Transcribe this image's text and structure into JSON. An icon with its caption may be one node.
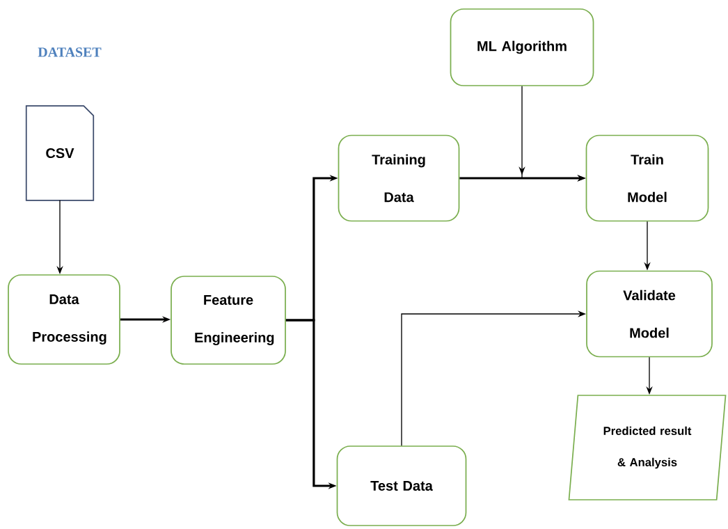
{
  "diagram": {
    "nodes": [
      {
        "text": [
          "CSV"
        ]
      },
      {
        "text": [
          "Data Processing"
        ]
      },
      {
        "text": [
          "Feature Engineering"
        ]
      },
      {
        "text": [
          "Training Data"
        ]
      },
      {
        "text": [
          "ML Algorithm"
        ]
      },
      {
        "text": [
          "Train Model"
        ]
      },
      {
        "text": [
          "Validate Model"
        ]
      },
      {
        "text": [
          "Predicted result & Analysis"
        ]
      },
      {
        "text": [
          "Test Data"
        ]
      }
    ],
    "edges": [
      {
        "from": 0,
        "to": 1,
        "arrow": "to"
      },
      {
        "from": 1,
        "to": 2,
        "arrow": "to",
        "style": "thick"
      },
      {
        "from": 2,
        "to": 3,
        "arrow": "to",
        "style": "thick"
      },
      {
        "from": 2,
        "to": 8,
        "arrow": "to",
        "style": "thick"
      },
      {
        "from": 3,
        "to": 5,
        "arrow": "to",
        "style": "thick"
      },
      {
        "from": 4,
        "to": 5,
        "arrow": "to"
      },
      {
        "from": 5,
        "to": 6,
        "arrow": "to"
      },
      {
        "from": 8,
        "to": 6,
        "arrow": "to"
      },
      {
        "from": 6,
        "to": 7,
        "arrow": "to"
      }
    ],
    "labels": [
      "DATASET"
    ]
  }
}
